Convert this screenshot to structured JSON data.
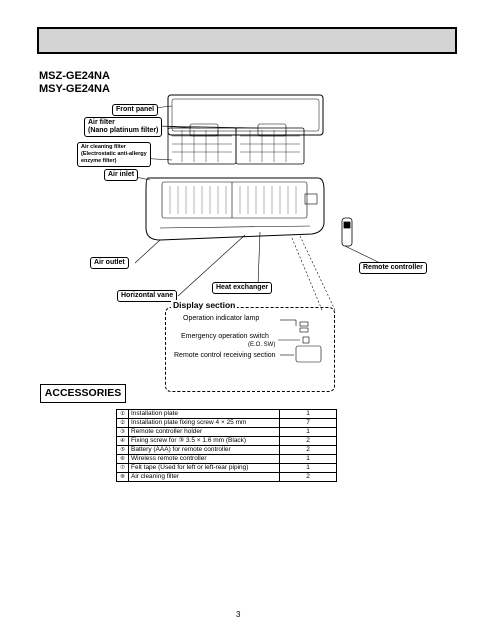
{
  "header": {
    "title": ""
  },
  "models": [
    "MSZ-GE24NA",
    "MSY-GE24NA"
  ],
  "callouts": {
    "front_panel": "Front panel",
    "air_filter": [
      "Air filter",
      "(Nano platinum filter)"
    ],
    "air_cleaning_filter": [
      "Air cleaning filter",
      "(Electrostatic anti-allergy",
      "enzyme filter)"
    ],
    "air_inlet": "Air inlet",
    "air_outlet": "Air outlet",
    "heat_exchanger": "Heat exchanger",
    "horizontal_vane": "Horizontal vane",
    "remote_controller": "Remote controller"
  },
  "display_section": {
    "title": "Display section",
    "operation_indicator_lamp": "Operation indicator lamp",
    "emergency_switch": "Emergency  operation switch",
    "emergency_switch_abbr": "(E.O. SW)",
    "remote_receiving": "Remote control receiving section"
  },
  "accessories": {
    "heading": "ACCESSORIES",
    "items": [
      {
        "num": "①",
        "name": "Installation plate",
        "qty": "1"
      },
      {
        "num": "②",
        "name": "Installation plate fixing screw 4 × 25 mm",
        "qty": "7"
      },
      {
        "num": "③",
        "name": "Remote controller holder",
        "qty": "1"
      },
      {
        "num": "④",
        "name": "Fixing screw for ③ 3.5 × 1.6 mm (Black)",
        "qty": "2"
      },
      {
        "num": "⑤",
        "name": "Battery (AAA) for remote controller",
        "qty": "2"
      },
      {
        "num": "⑥",
        "name": "Wireless remote controller",
        "qty": "1"
      },
      {
        "num": "⑦",
        "name": "Felt tape (Used for left or left-rear piping)",
        "qty": "1"
      },
      {
        "num": "⑧",
        "name": "Air cleaning filter",
        "qty": "2"
      }
    ]
  },
  "page_number": "3"
}
